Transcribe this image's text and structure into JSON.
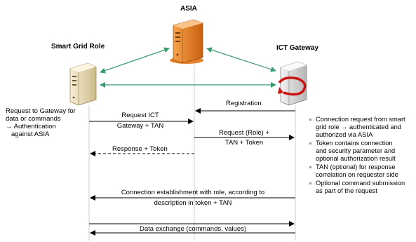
{
  "actors": {
    "asia": "ASIA",
    "smart_grid": "Smart Grid Role",
    "ict_gateway": "ICT Gateway"
  },
  "left_note": {
    "line1": "Request to Gateway for",
    "line2": "data or commands",
    "line3": "→ Authentication",
    "line4": "against ASIA"
  },
  "messages": {
    "registration": "Registration",
    "request_ict_1": "Request ICT",
    "request_ict_2": "Gateway + TAN",
    "request_role_1": "Request (Role) +",
    "request_role_2": "TAN + Token",
    "response_token": "Response + Token",
    "conn_est_1": "Connection establishment with role, according to",
    "conn_est_2": "description in token + TAN",
    "data_exchange": "Data exchange (commands, values)"
  },
  "notes": [
    [
      "Connection request from smart",
      "grid role → authenticated and",
      "authorized via ASIA"
    ],
    [
      "Token contains connection",
      "and security parameter and",
      "optional authorization result"
    ],
    [
      "TAN (optional) for response",
      "correlation on requester side"
    ],
    [
      "Optional command submission",
      "as part of the request"
    ]
  ],
  "colors": {
    "green_arrow": "#3a9a70",
    "lifeline": "#cccccc",
    "server_orange": "#e8802a",
    "server_beige": "#e9dcb8",
    "server_gray": "#d8d8d8",
    "rotate_red": "#cc1111"
  }
}
